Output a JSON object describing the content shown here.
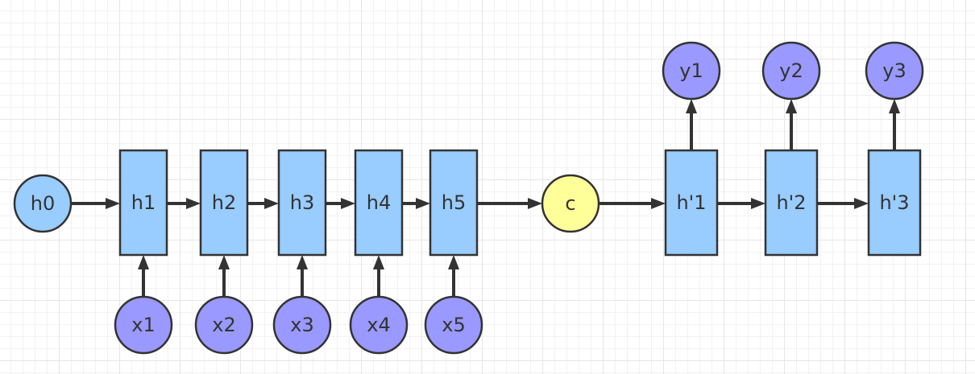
{
  "nodes": {
    "h0": "h0",
    "encoder": [
      "h1",
      "h2",
      "h3",
      "h4",
      "h5"
    ],
    "inputs": [
      "x1",
      "x2",
      "x3",
      "x4",
      "x5"
    ],
    "context": "c",
    "decoder": [
      "h'1",
      "h'2",
      "h'3"
    ],
    "outputs": [
      "y1",
      "y2",
      "y3"
    ]
  },
  "colors": {
    "hidden": "#99ccff",
    "input_output": "#9999ff",
    "context": "#ffff99",
    "stroke": "#333333"
  }
}
